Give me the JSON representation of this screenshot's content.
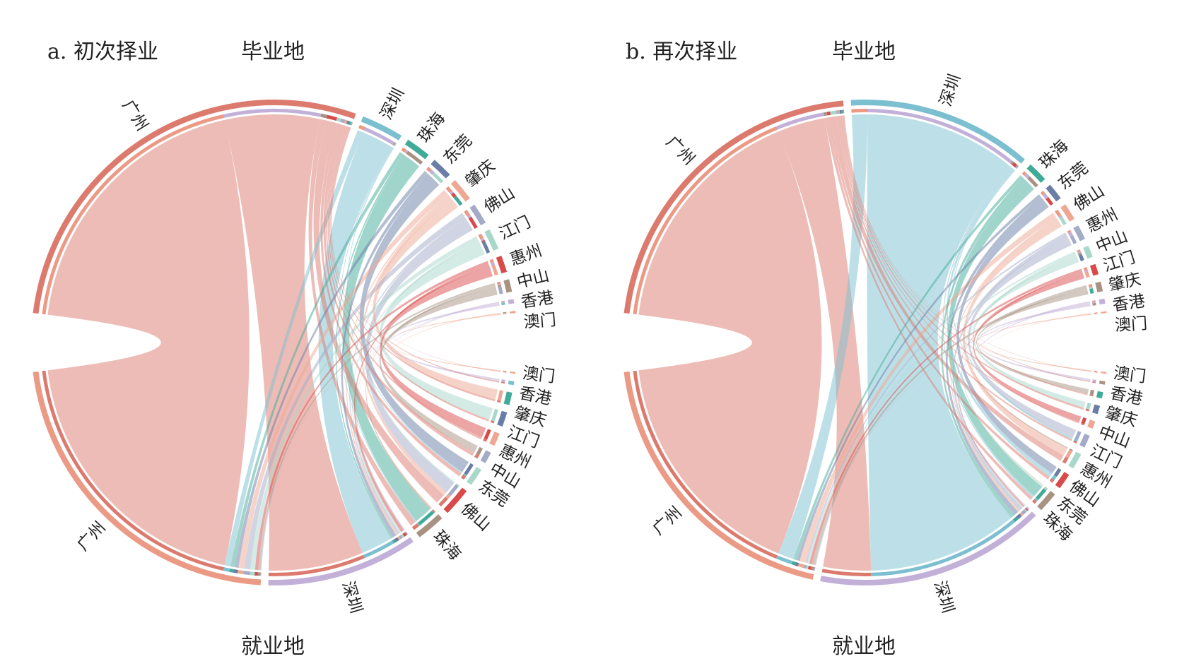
{
  "chart_data": [
    {
      "type": "chord",
      "title": "a. 初次择业",
      "top_label": "毕业地",
      "bottom_label": "就业地",
      "origin_order": [
        "广州",
        "深圳",
        "珠海",
        "东莞",
        "肇庆",
        "佛山",
        "江门",
        "惠州",
        "中山",
        "香港",
        "澳门"
      ],
      "destination_order": [
        "澳门",
        "香港",
        "肇庆",
        "江门",
        "惠州",
        "中山",
        "东莞",
        "佛山",
        "珠海",
        "深圳",
        "广州"
      ],
      "origin_colors": [
        "#dc7a6e",
        "#7bbfd0",
        "#3fab98",
        "#6a7da6",
        "#eea792",
        "#a3abc8",
        "#a9d8cb",
        "#d94a4a",
        "#a89383",
        "#c2b0d8",
        "#f2a58c"
      ],
      "destination_colors": [
        "#f2a58c",
        "#7bbfd0",
        "#3fab98",
        "#6a7da6",
        "#eea792",
        "#a3abc8",
        "#a9d8cb",
        "#d94a4a",
        "#a89383",
        "#c2b0d8",
        "#eb9a85"
      ],
      "flows": {
        "广州": {
          "广州": 70,
          "深圳": 24,
          "珠海": 1.5,
          "佛山": 2.5,
          "东莞": 1,
          "中山": 1,
          "惠州": 0.6,
          "江门": 0.5,
          "肇庆": 0.5,
          "香港": 0.3,
          "澳门": 0.1
        },
        "深圳": {
          "深圳": 8,
          "广州": 1.5,
          "珠海": 0.3,
          "东莞": 0.3
        },
        "珠海": {
          "珠海": 4.5,
          "广州": 1,
          "深圳": 0.5
        },
        "东莞": {
          "东莞": 3,
          "广州": 1,
          "深圳": 1
        },
        "肇庆": {
          "肇庆": 2.5,
          "广州": 1.5,
          "佛山": 1,
          "深圳": 0.5
        },
        "佛山": {
          "佛山": 3,
          "广州": 1.5,
          "深圳": 0.5
        },
        "江门": {
          "江门": 3,
          "广州": 1.2,
          "深圳": 0.5,
          "佛山": 0.3
        },
        "惠州": {
          "惠州": 2.5,
          "广州": 0.8,
          "深圳": 0.7
        },
        "中山": {
          "中山": 1.8,
          "广州": 0.6,
          "珠海": 0.4,
          "深圳": 0.2
        },
        "香港": {
          "香港": 0.6,
          "广州": 0.2,
          "深圳": 0.2
        },
        "澳门": {
          "澳门": 0.3,
          "珠海": 0.2
        }
      }
    },
    {
      "type": "chord",
      "title": "b. 再次择业",
      "top_label": "毕业地",
      "bottom_label": "就业地",
      "origin_order": [
        "广州",
        "深圳",
        "珠海",
        "东莞",
        "佛山",
        "惠州",
        "中山",
        "江门",
        "肇庆",
        "香港",
        "澳门"
      ],
      "destination_order": [
        "澳门",
        "香港",
        "肇庆",
        "中山",
        "江门",
        "惠州",
        "佛山",
        "东莞",
        "珠海",
        "深圳",
        "广州"
      ],
      "origin_colors": [
        "#dc7a6e",
        "#7bbfd0",
        "#3fab98",
        "#6a7da6",
        "#eea792",
        "#a3abc8",
        "#a9d8cb",
        "#d94a4a",
        "#a89383",
        "#c2b0d8",
        "#f2a58c"
      ],
      "destination_colors": [
        "#f2a58c",
        "#a89383",
        "#3fab98",
        "#6a7da6",
        "#eea792",
        "#a3abc8",
        "#a9d8cb",
        "#d94a4a",
        "#a89383",
        "#c2b0d8",
        "#eb9a85"
      ],
      "flows": {
        "广州": {
          "广州": 60,
          "深圳": 12,
          "佛山": 1.5,
          "东莞": 0.8,
          "珠海": 0.8,
          "惠州": 0.5,
          "中山": 0.5,
          "江门": 0.3,
          "肇庆": 0.3,
          "香港": 0.2,
          "澳门": 0.1
        },
        "深圳": {
          "深圳": 38,
          "广州": 4,
          "东莞": 1,
          "惠州": 0.5,
          "珠海": 0.5
        },
        "珠海": {
          "珠海": 3,
          "深圳": 1,
          "广州": 0.8
        },
        "东莞": {
          "东莞": 2,
          "深圳": 1.2,
          "广州": 0.8
        },
        "佛山": {
          "佛山": 2,
          "广州": 1.5,
          "深圳": 0.5
        },
        "惠州": {
          "惠州": 2,
          "深圳": 1,
          "广州": 0.5
        },
        "中山": {
          "中山": 1.5,
          "广州": 0.5,
          "珠海": 0.5,
          "深圳": 0.3
        },
        "江门": {
          "江门": 1.5,
          "广州": 0.7,
          "深圳": 0.3
        },
        "肇庆": {
          "肇庆": 1.2,
          "广州": 0.8,
          "佛山": 0.3
        },
        "香港": {
          "香港": 0.6,
          "深圳": 0.4,
          "广州": 0.2
        },
        "澳门": {
          "澳门": 0.3,
          "珠海": 0.1
        }
      }
    }
  ]
}
